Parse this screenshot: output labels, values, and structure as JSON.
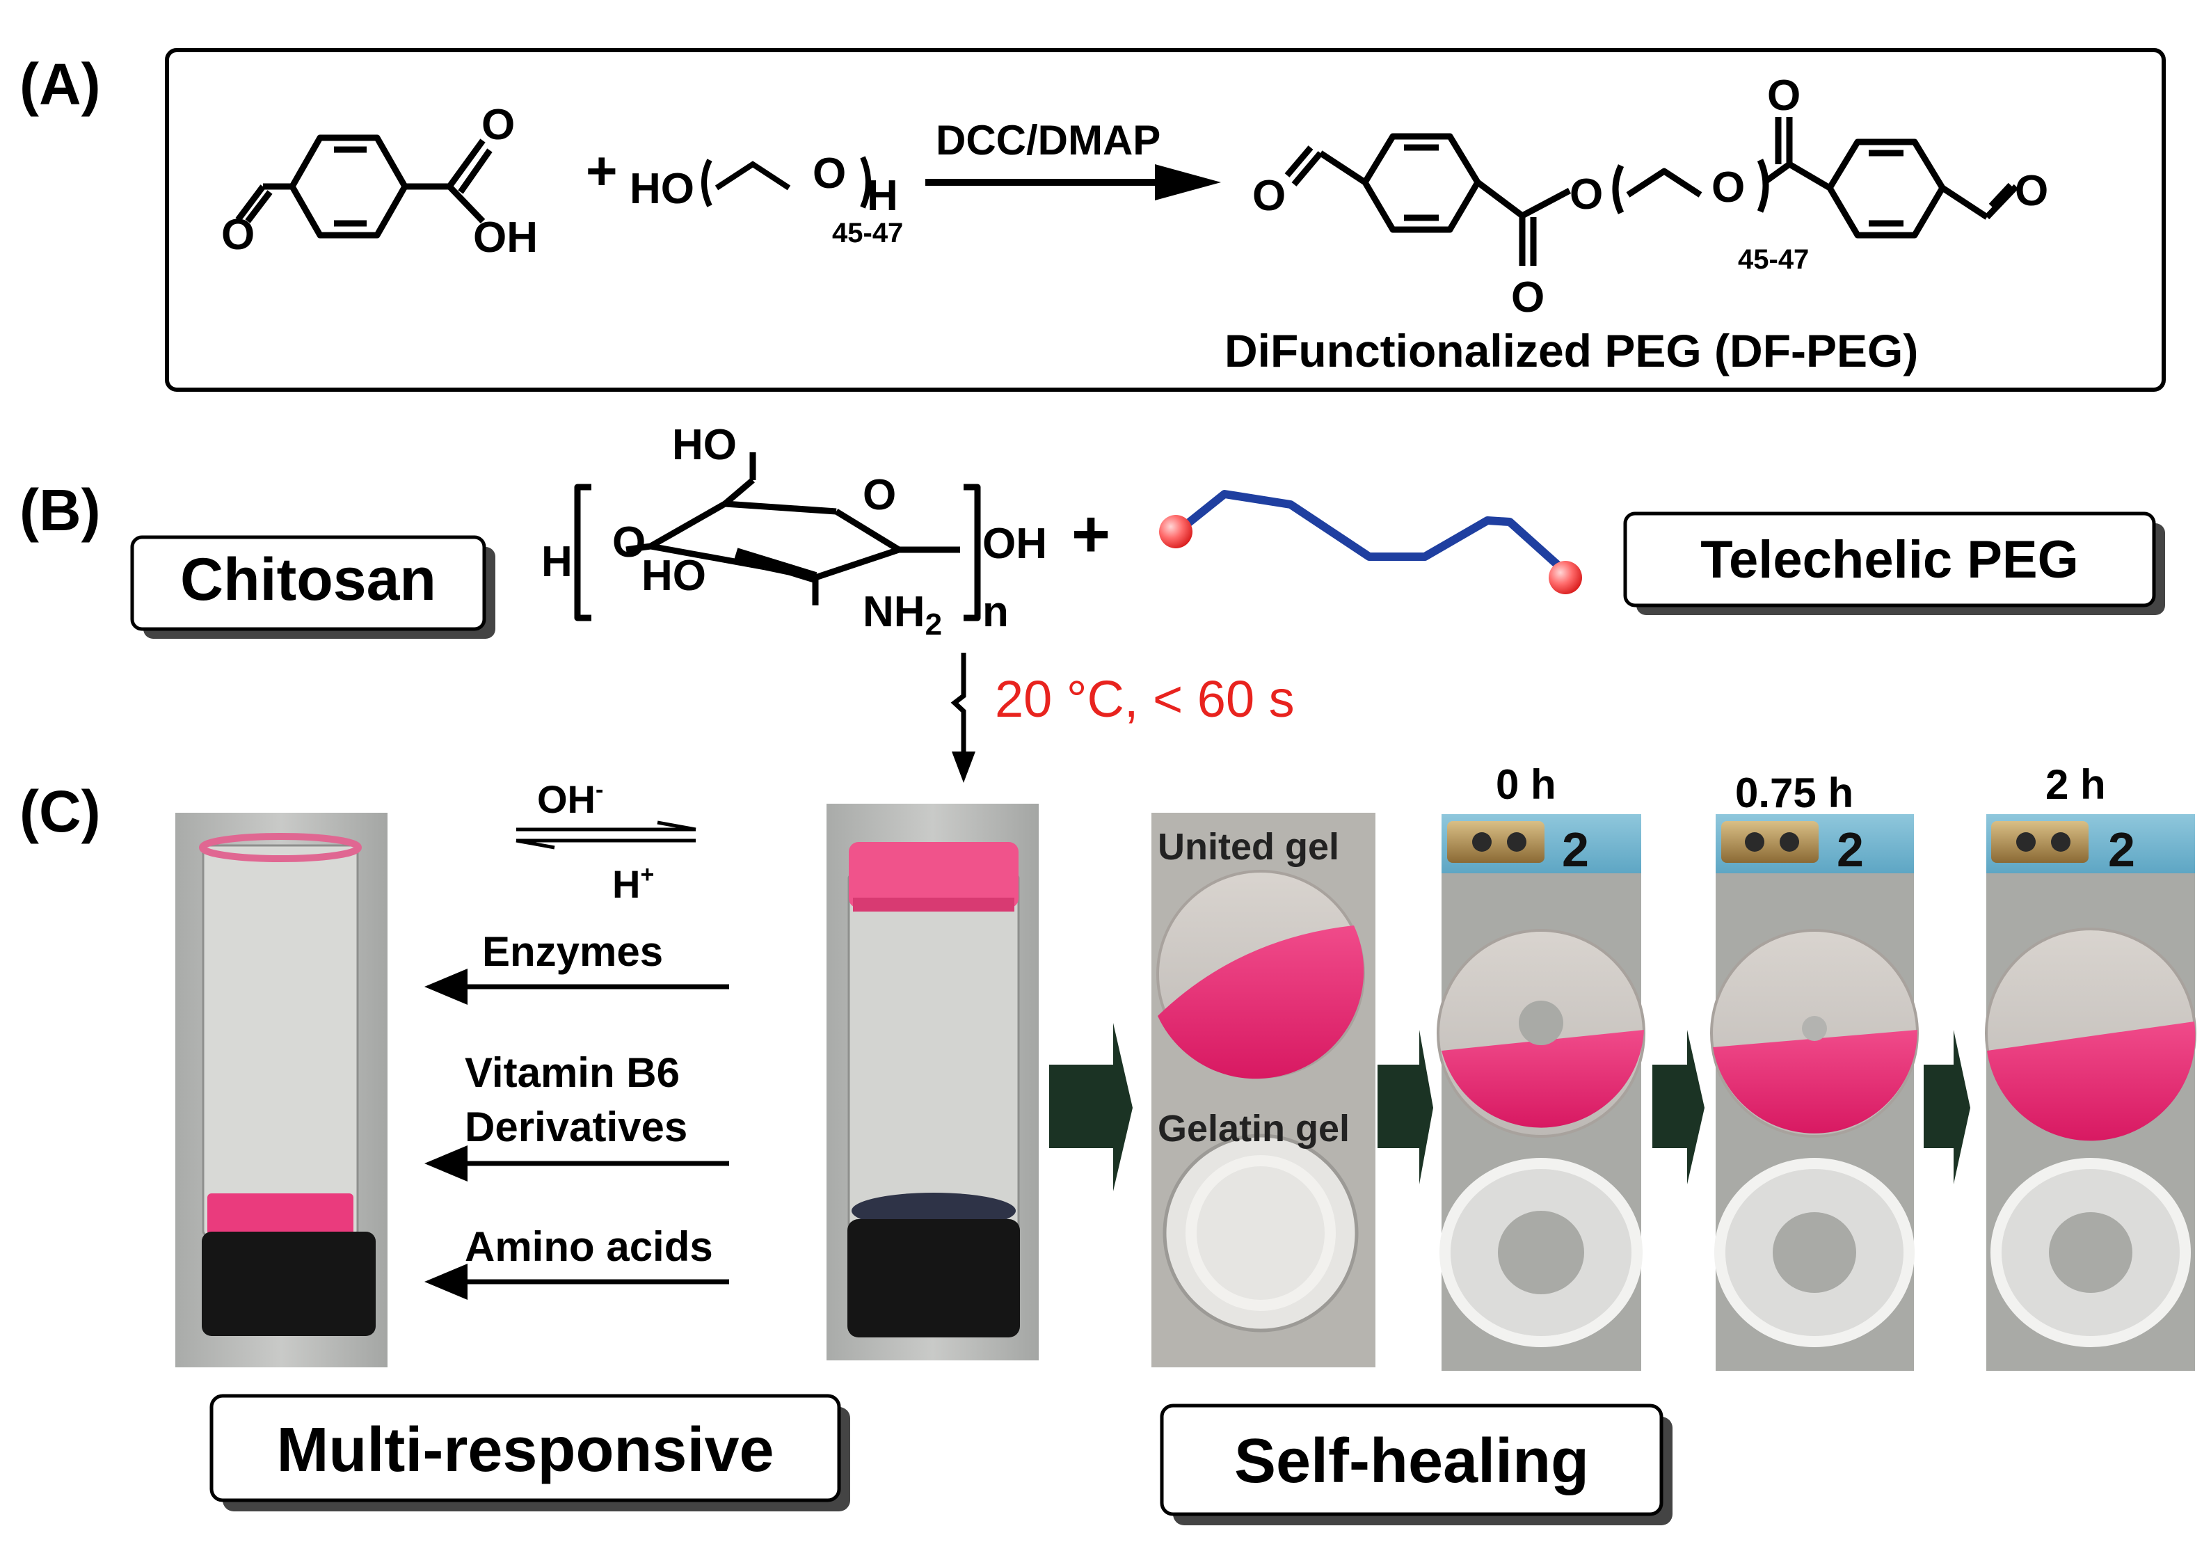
{
  "panel_a": {
    "letter": "(A)",
    "plus": "+",
    "reagent": "DCC/DMAP",
    "aldehyde_o": "O",
    "carbonyl_o": "O",
    "acid_oh": "OH",
    "ho": "HO",
    "o": "O",
    "h": "H",
    "subscript": "45-47",
    "product_o1": "O",
    "product_o2": "O",
    "product_o3": "O",
    "product_o4": "O",
    "product_o5": "O",
    "product_subscript": "45-47",
    "product_name": "DiFunctionalized PEG (DF-PEG)"
  },
  "panel_b": {
    "letter": "(B)",
    "chitosan_label": "Chitosan",
    "telechelic_label": "Telechelic PEG",
    "ho_top": "HO",
    "ring_o": "O",
    "h_left": "H",
    "o_left": "O",
    "ho_ring": "HO",
    "oh_right": "OH",
    "nh2": "NH",
    "nh2_sub": "2",
    "n": "n",
    "plus": "+",
    "condition": "20 °C, < 60 s"
  },
  "panel_c": {
    "letter": "(C)",
    "oh_minus": "OH",
    "h_plus": "H",
    "enzymes": "Enzymes",
    "vitamin_b6": "Vitamin B6",
    "derivatives": "Derivatives",
    "amino_acids": "Amino acids",
    "united_gel": "United gel",
    "gelatin_gel": "Gelatin gel",
    "time_0": "0 h",
    "time_1": "0.75 h",
    "time_2": "2 h",
    "ruler_mark": "2",
    "multi_responsive": "Multi-responsive",
    "self_healing": "Self-healing"
  },
  "colors": {
    "pink_gel": "#e8246f",
    "condition_red": "#e8231e",
    "peg_blue": "#1f3fa0",
    "arrow_dark": "#1b3324",
    "ruler_blue": "#6fb4cf"
  }
}
